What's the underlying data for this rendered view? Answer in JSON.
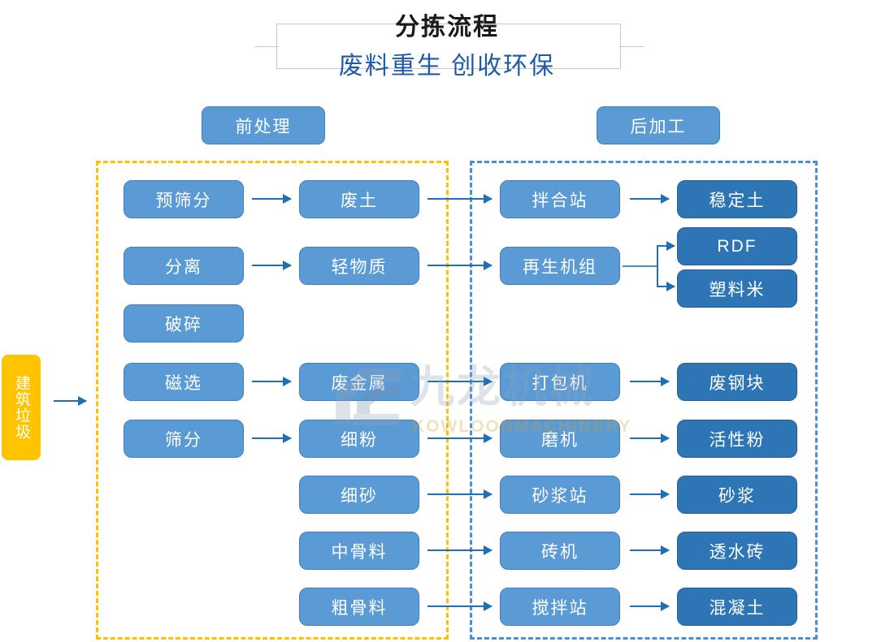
{
  "header": {
    "title": "分拣流程",
    "subtitle": "废料重生 创收环保"
  },
  "zones": {
    "pre": {
      "label": "前处理",
      "border_color": "#ffc000"
    },
    "post": {
      "label": "后加工",
      "border_color": "#4a90d9"
    }
  },
  "source": {
    "label": "建筑垃圾",
    "color": "#ffc400"
  },
  "colors": {
    "node_light": "#5b9bd5",
    "node_dark": "#2e75b6",
    "arrow": "#1f6fb5",
    "title_text": "#1a1a1a",
    "subtitle_text": "#1f5aa8"
  },
  "columns": {
    "process_pre": [
      {
        "label": "预筛分"
      },
      {
        "label": "分离"
      },
      {
        "label": "破碎"
      },
      {
        "label": "磁选"
      },
      {
        "label": "筛分"
      }
    ],
    "material": [
      {
        "label": "废土"
      },
      {
        "label": "轻物质"
      },
      {
        "label": "废金属"
      },
      {
        "label": "细粉"
      },
      {
        "label": "细砂"
      },
      {
        "label": "中骨料"
      },
      {
        "label": "粗骨料"
      }
    ],
    "process_post": [
      {
        "label": "拌合站"
      },
      {
        "label": "再生机组"
      },
      {
        "label": "打包机"
      },
      {
        "label": "磨机"
      },
      {
        "label": "砂浆站"
      },
      {
        "label": "砖机"
      },
      {
        "label": "搅拌站"
      }
    ],
    "product": [
      {
        "label": "稳定土"
      },
      {
        "label": "RDF"
      },
      {
        "label": "塑料米"
      },
      {
        "label": "废钢块"
      },
      {
        "label": "活性粉"
      },
      {
        "label": "砂浆"
      },
      {
        "label": "透水砖"
      },
      {
        "label": "混凝土"
      }
    ]
  },
  "watermark": {
    "cn": "九龙机械",
    "en": "KOWLOONMACHINERY"
  }
}
